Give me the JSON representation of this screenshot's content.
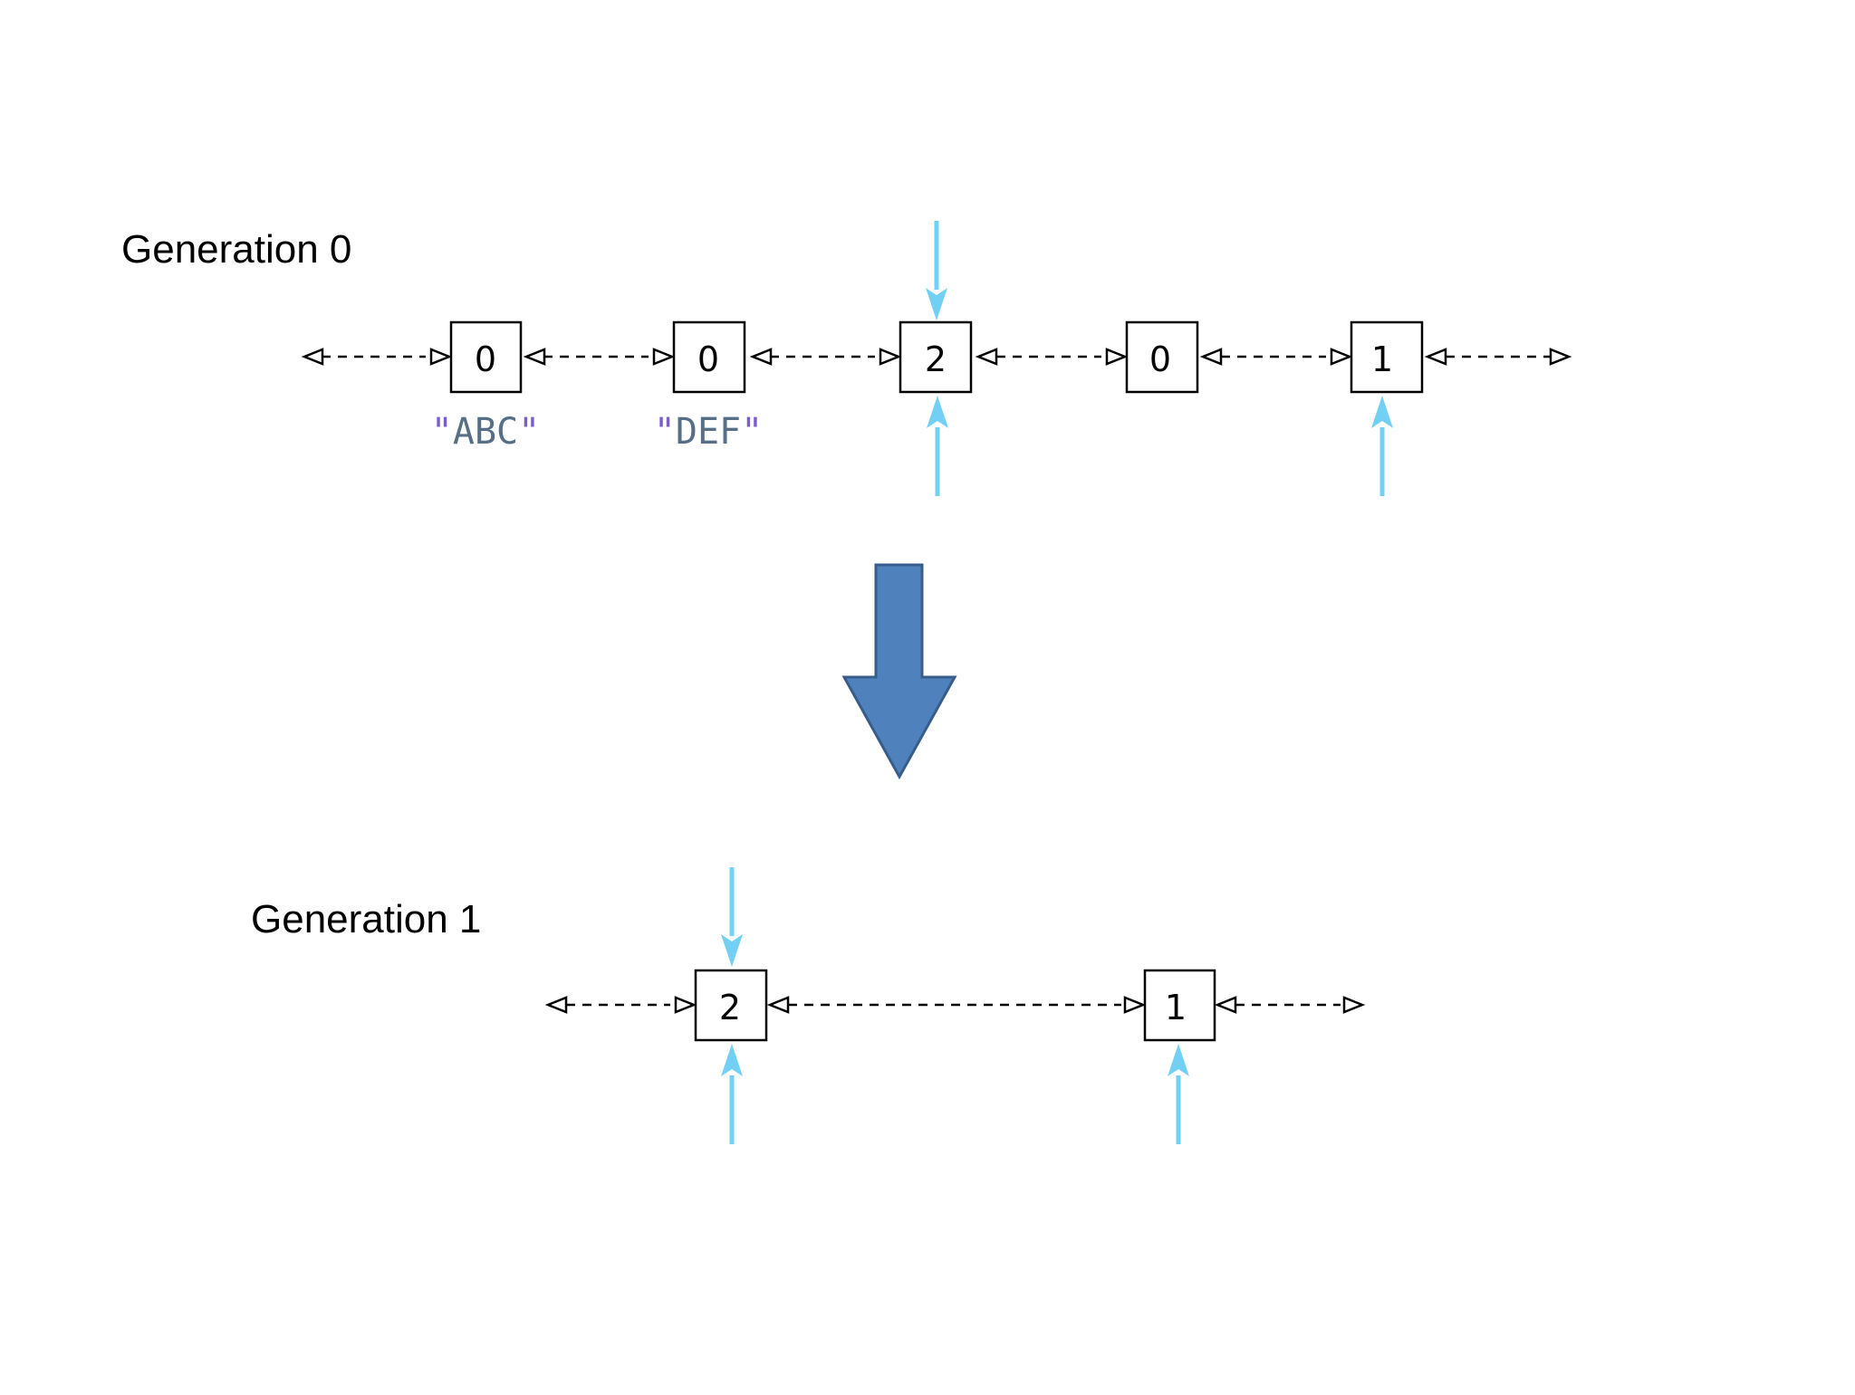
{
  "generation0": {
    "heading": "Generation 0",
    "nodes": [
      {
        "count": "0",
        "string": "ABC"
      },
      {
        "count": "0",
        "string": "DEF"
      },
      {
        "count": "2"
      },
      {
        "count": "0"
      },
      {
        "count": "1"
      }
    ]
  },
  "generation1": {
    "heading": "Generation 1",
    "nodes": [
      {
        "count": "2"
      },
      {
        "count": "1"
      }
    ]
  },
  "quote_mark": "\"",
  "colors": {
    "reference_arrow": "#73d0f5",
    "transition_arrow_fill": "#4f81bd",
    "transition_arrow_stroke": "#385d8a",
    "string_quote": "#7a5bd0",
    "string_text": "#566f86"
  },
  "icons": {
    "transition": "down-arrow-icon",
    "reference": "up-arrow-icon"
  }
}
